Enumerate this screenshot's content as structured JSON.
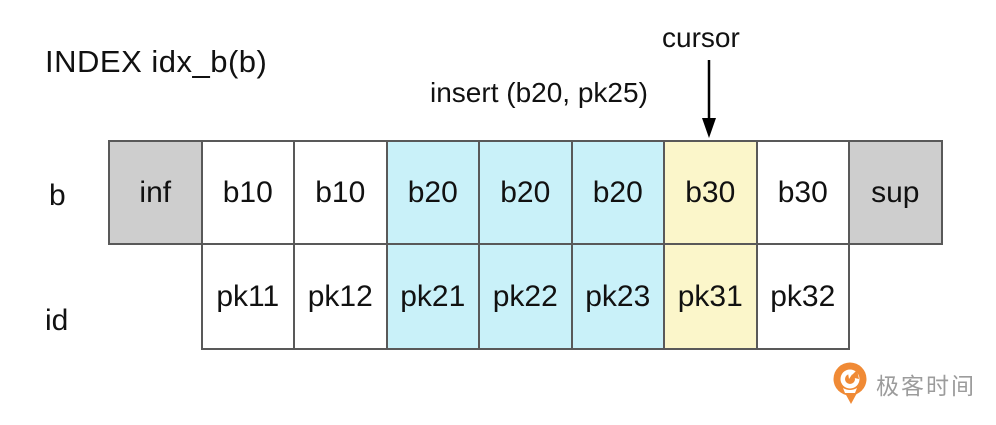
{
  "title": "INDEX idx_b(b)",
  "annotations": {
    "insert_label": "insert (b20, pk25)",
    "cursor_label": "cursor",
    "cursor_target_cell": "b30"
  },
  "rows": {
    "b": {
      "label": "b",
      "cells": [
        {
          "text": "inf",
          "color": "gray"
        },
        {
          "text": "b10",
          "color": "white"
        },
        {
          "text": "b10",
          "color": "white"
        },
        {
          "text": "b20",
          "color": "cyan"
        },
        {
          "text": "b20",
          "color": "cyan"
        },
        {
          "text": "b20",
          "color": "cyan"
        },
        {
          "text": "b30",
          "color": "yellow"
        },
        {
          "text": "b30",
          "color": "white"
        },
        {
          "text": "sup",
          "color": "gray"
        }
      ]
    },
    "id": {
      "label": "id",
      "cells": [
        {
          "text": "pk11",
          "color": "white"
        },
        {
          "text": "pk12",
          "color": "white"
        },
        {
          "text": "pk21",
          "color": "cyan"
        },
        {
          "text": "pk22",
          "color": "cyan"
        },
        {
          "text": "pk23",
          "color": "cyan"
        },
        {
          "text": "pk31",
          "color": "yellow"
        },
        {
          "text": "pk32",
          "color": "white"
        }
      ]
    }
  },
  "colors": {
    "white": "#ffffff",
    "gray": "#cecece",
    "cyan": "#c9f1f9",
    "yellow": "#fbf6ca",
    "border": "#595959",
    "arrow": "#000000",
    "logo_orange": "#f08a35",
    "logo_text": "#9c9c9c"
  },
  "watermark": {
    "text": "极客时间",
    "icon": "geektime-logo-icon"
  }
}
